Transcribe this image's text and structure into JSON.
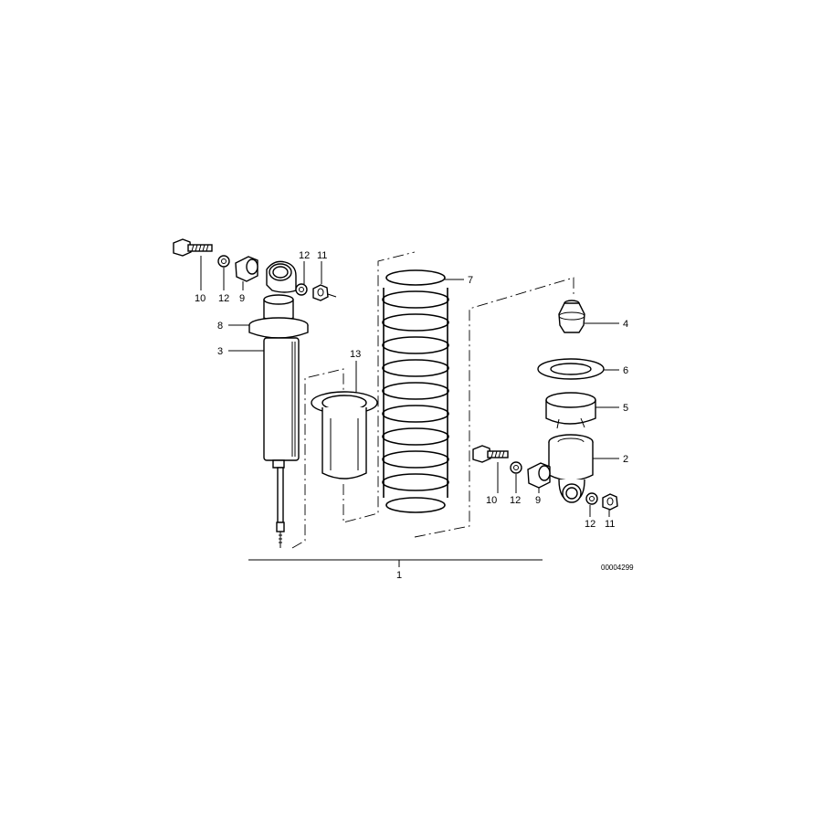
{
  "diagram": {
    "drawing_number": "00004299",
    "callouts": {
      "assembly": "1",
      "upper_mount": "2",
      "shock_absorber": "3",
      "bump_stop": "4",
      "spring_seat_sleeve": "5",
      "spring_pad": "6",
      "coil_spring": "7",
      "shock_top_collar": "8",
      "bushing_left": "9",
      "bolt_left": "10",
      "nut_left": "11",
      "washer_left_a": "12",
      "washer_left_b": "12",
      "protective_tube": "13",
      "bolt_right": "10",
      "washer_right_a": "12",
      "bushing_right": "9",
      "washer_right_b": "12",
      "nut_right": "11"
    }
  }
}
